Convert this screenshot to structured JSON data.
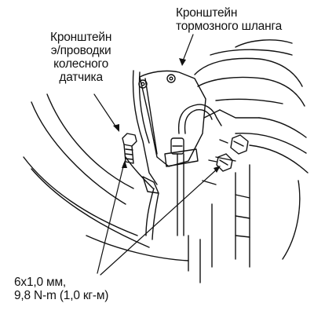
{
  "labels": {
    "bracket_hose": [
      "Кронштейн",
      "тормозного шланга"
    ],
    "bracket_sensor": [
      "Кронштейн",
      "э/проводки",
      "колесного",
      "датчика"
    ],
    "bolt_spec": [
      "6x1,0 мм,",
      "9,8 N-m (1,0 кг-м)"
    ]
  }
}
